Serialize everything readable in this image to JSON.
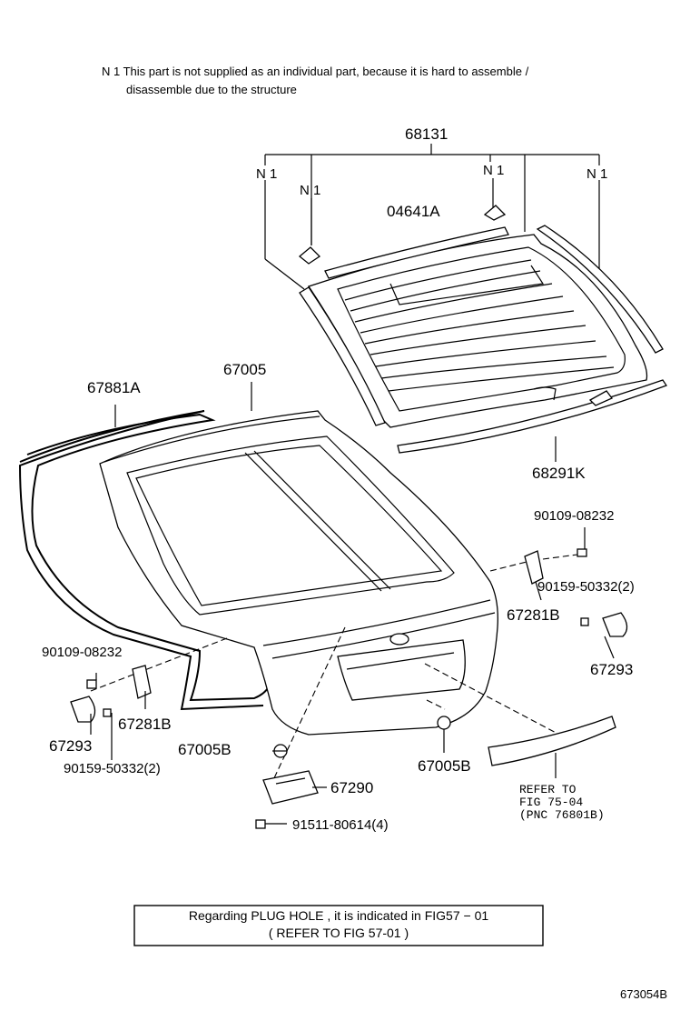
{
  "note": {
    "line1": "N 1  This part is not supplied as an individual part, because it is hard to assemble  /",
    "line2": "disassemble due to the structure"
  },
  "labels": {
    "p68131": "68131",
    "n1_a": "N 1",
    "n1_b": "N 1",
    "n1_c": "N 1",
    "n1_d": "N 1",
    "p04641A": "04641A",
    "p67881A": "67881A",
    "p67005": "67005",
    "p68291K": "68291K",
    "p90109_r": "90109-08232",
    "p90159_r": "90159-50332(2)",
    "p67281B_r": "67281B",
    "p67293_r": "67293",
    "p90109_l": "90109-08232",
    "p67281B_l": "67281B",
    "p67293_l": "67293",
    "p90159_l": "90159-50332(2)",
    "p67005B_l": "67005B",
    "p67005B_r": "67005B",
    "p67290": "67290",
    "p91511": "91511-80614(4)",
    "refer1": "REFER  TO",
    "refer2": "FIG  75-04",
    "refer3": "(PNC  76801B)"
  },
  "info_box": {
    "line1": "Regarding  PLUG HOLE ,  it  is  indicated  in  FIG57 − 01",
    "line2": "( REFER  TO  FIG  57-01  )"
  },
  "figure_id": "673054B"
}
